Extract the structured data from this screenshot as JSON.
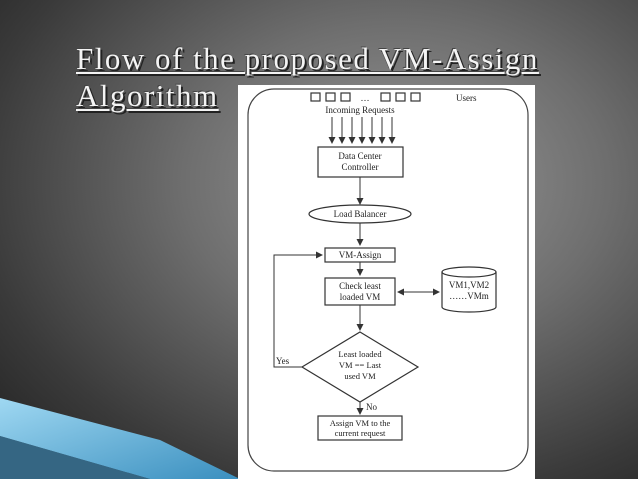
{
  "slide": {
    "title_line1": "Flow of the proposed VM-Assign",
    "title_line2": "Algorithm"
  },
  "diagram": {
    "users_label": "Users",
    "ellipsis": "…",
    "incoming_label": "Incoming Requests",
    "dc_controller_line1": "Data Center",
    "dc_controller_line2": "Controller",
    "load_balancer": "Load Balancer",
    "vm_assign": "VM-Assign",
    "check_line1": "Check least",
    "check_line2": "loaded VM",
    "db_line1": "VM1,VM2",
    "db_line2": "……VMm",
    "decision_line1": "Least loaded",
    "decision_line2": "VM == Last",
    "decision_line3": "used VM",
    "yes_label": "Yes",
    "no_label": "No",
    "assign_line1": "Assign VM to the",
    "assign_line2": "current request"
  },
  "colors": {
    "background_light": "#9a9a9a",
    "background_dark": "#1e1e1e",
    "title_text": "#f4f4f4",
    "deco_dark": "#0a1620",
    "deco_light_blue": "#7fc6e8",
    "diagram_stroke": "#333333"
  }
}
